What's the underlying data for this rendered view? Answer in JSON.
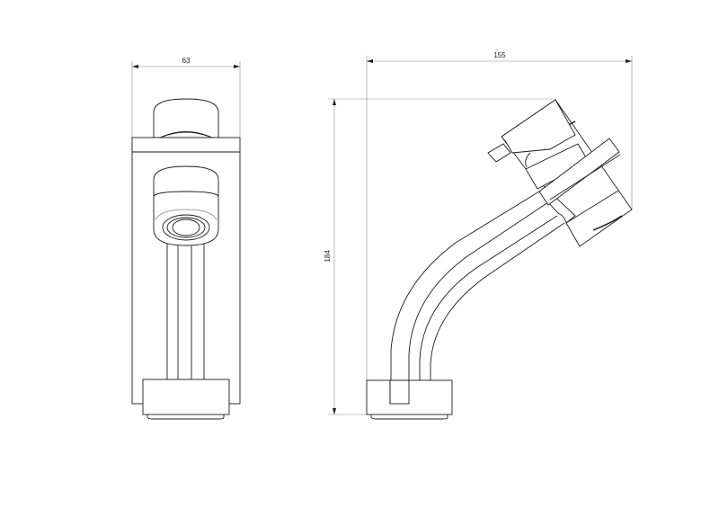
{
  "drawing": {
    "front_view": {
      "width_dimension": "63"
    },
    "side_view": {
      "depth_dimension": "155",
      "height_dimension": "184"
    }
  }
}
